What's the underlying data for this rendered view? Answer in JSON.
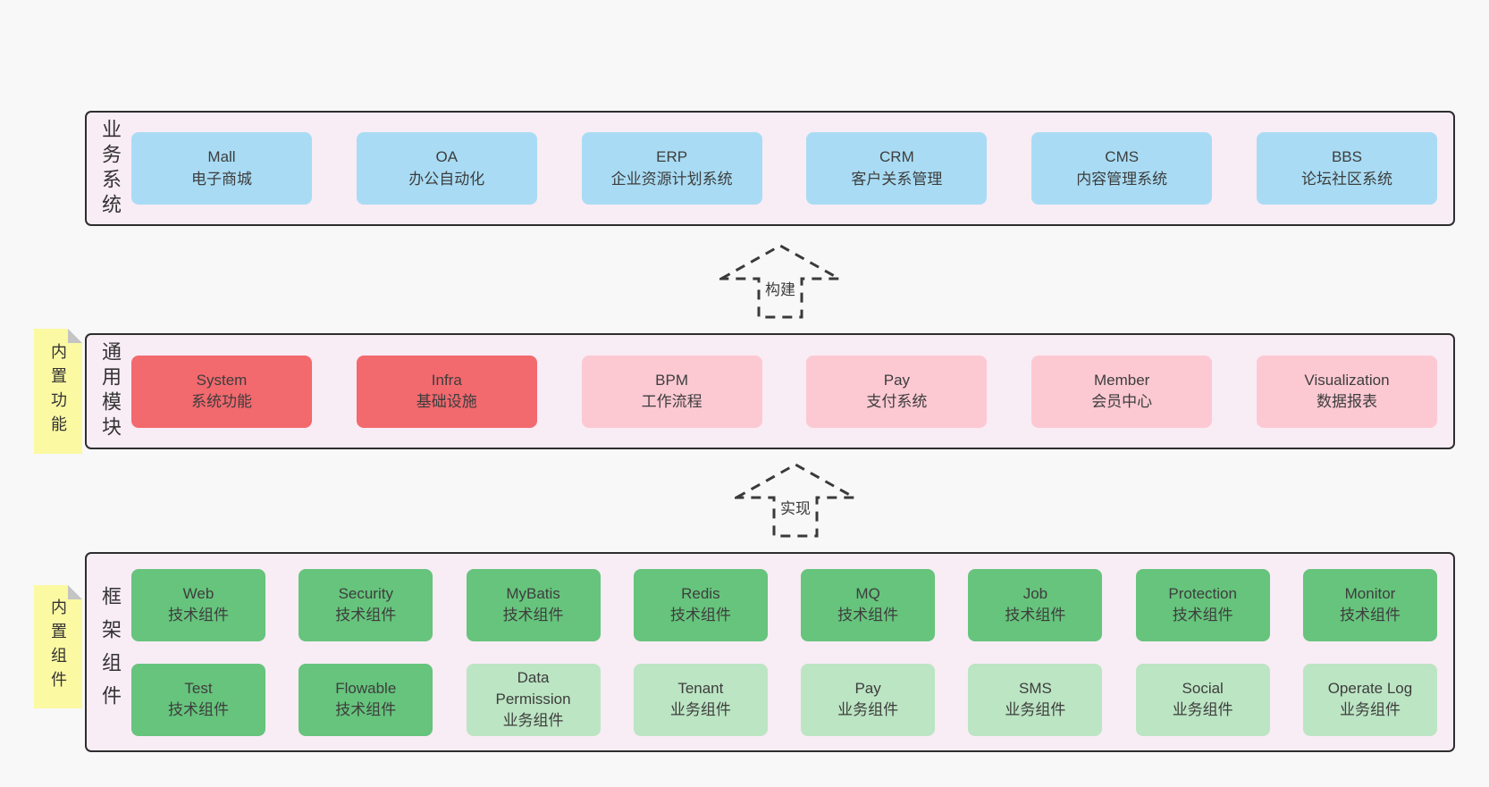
{
  "diagram_title": "Architecture diagram (business systems built on common modules implemented by framework components)",
  "colors": {
    "page_bg": "#f8f8f8",
    "layer_bg": "#f8ecf5",
    "layer_border": "#2e2e2e",
    "business_box": "#a9dcf4",
    "core_module_box": "#f2696e",
    "optional_module_box": "#fcc9d3",
    "tech_component_box": "#66c47c",
    "biz_component_box": "#bce5c3",
    "sticky_note": "#fbf9a2",
    "text": "#3d3d3d"
  },
  "arrows": [
    {
      "label": "构建"
    },
    {
      "label": "实现"
    }
  ],
  "layers": {
    "business": {
      "title": "业务系统",
      "boxes": [
        {
          "name": "Mall",
          "desc": "电子商城"
        },
        {
          "name": "OA",
          "desc": "办公自动化"
        },
        {
          "name": "ERP",
          "desc": "企业资源计划系统"
        },
        {
          "name": "CRM",
          "desc": "客户关系管理"
        },
        {
          "name": "CMS",
          "desc": "内容管理系统"
        },
        {
          "name": "BBS",
          "desc": "论坛社区系统"
        }
      ]
    },
    "modules": {
      "title": "通用模块",
      "sticky": "内置功能",
      "boxes": [
        {
          "name": "System",
          "desc": "系统功能"
        },
        {
          "name": "Infra",
          "desc": "基础设施"
        },
        {
          "name": "BPM",
          "desc": "工作流程"
        },
        {
          "name": "Pay",
          "desc": "支付系统"
        },
        {
          "name": "Member",
          "desc": "会员中心"
        },
        {
          "name": "Visualization",
          "desc": "数据报表"
        }
      ]
    },
    "framework": {
      "title": "框架组件",
      "sticky": "内置组件",
      "row1": [
        {
          "name": "Web",
          "desc": "技术组件"
        },
        {
          "name": "Security",
          "desc": "技术组件"
        },
        {
          "name": "MyBatis",
          "desc": "技术组件"
        },
        {
          "name": "Redis",
          "desc": "技术组件"
        },
        {
          "name": "MQ",
          "desc": "技术组件"
        },
        {
          "name": "Job",
          "desc": "技术组件"
        },
        {
          "name": "Protection",
          "desc": "技术组件"
        },
        {
          "name": "Monitor",
          "desc": "技术组件"
        }
      ],
      "row2": [
        {
          "name": "Test",
          "desc": "技术组件"
        },
        {
          "name": "Flowable",
          "desc": "技术组件"
        },
        {
          "name": "Data Permission",
          "desc": "业务组件"
        },
        {
          "name": "Tenant",
          "desc": "业务组件"
        },
        {
          "name": "Pay",
          "desc": "业务组件"
        },
        {
          "name": "SMS",
          "desc": "业务组件"
        },
        {
          "name": "Social",
          "desc": "业务组件"
        },
        {
          "name": "Operate Log",
          "desc": "业务组件"
        }
      ]
    }
  }
}
